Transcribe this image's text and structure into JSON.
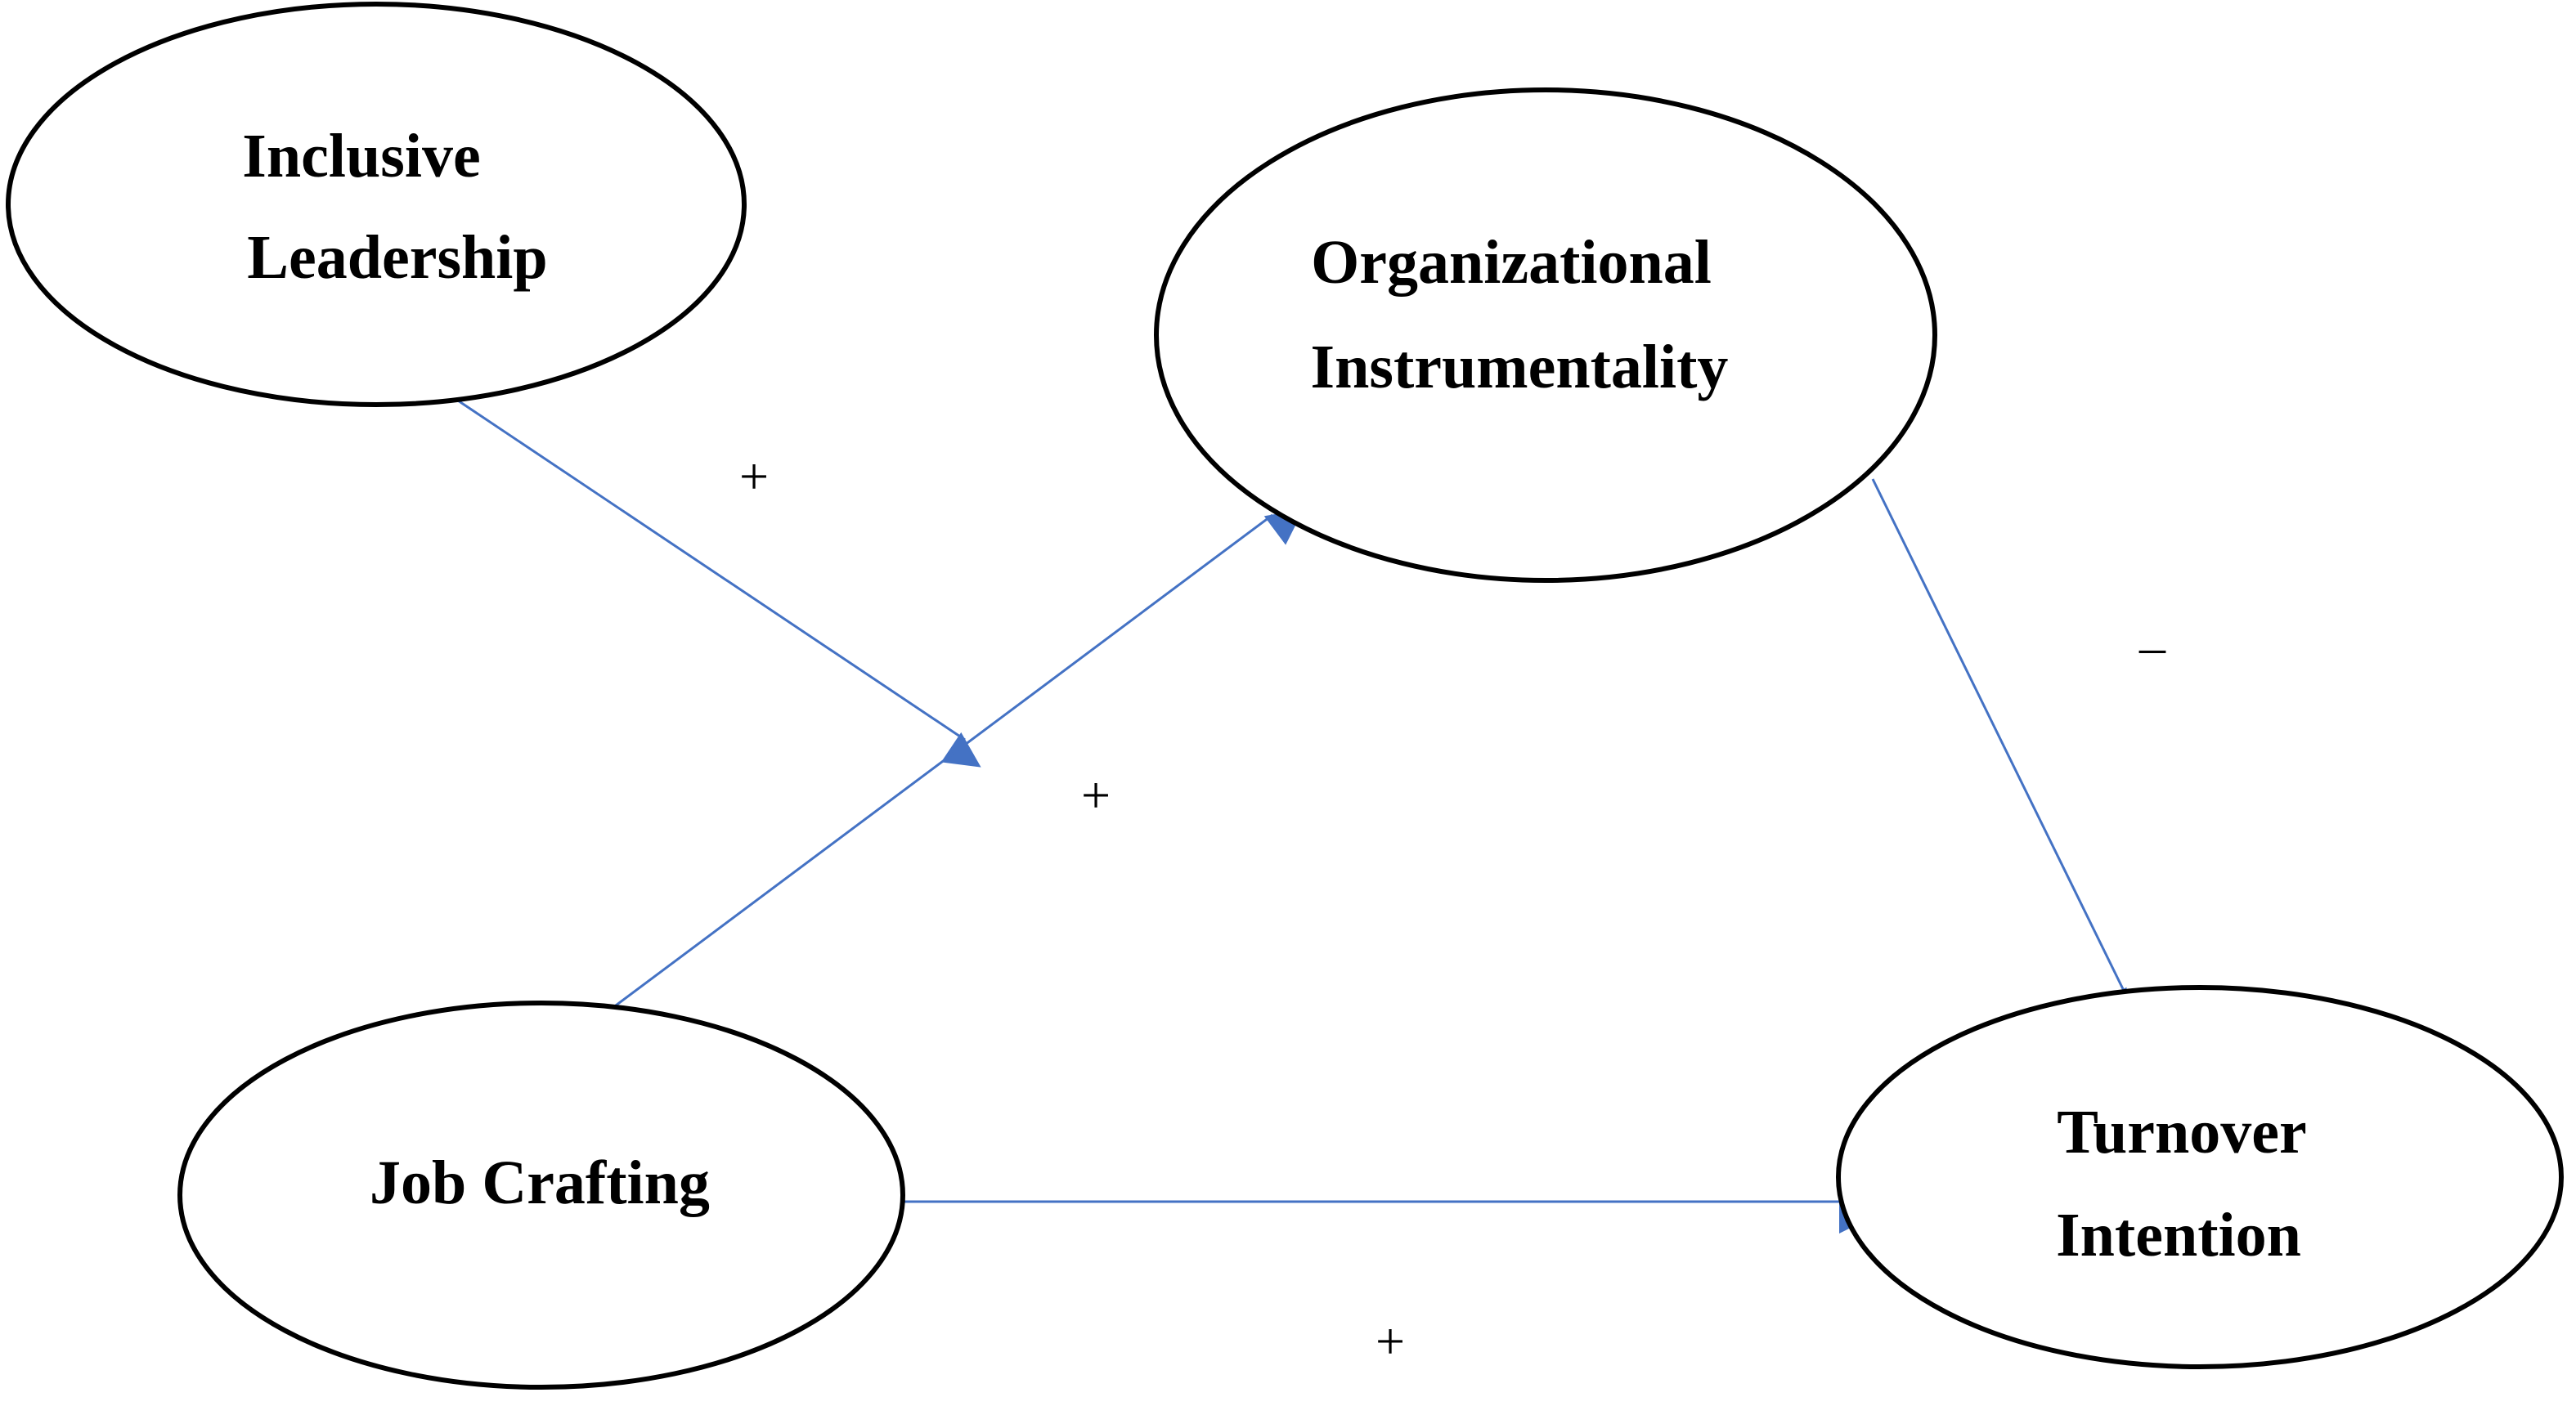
{
  "colors": {
    "edge": "#4472c4",
    "node_stroke": "#000000",
    "text": "#000000"
  },
  "nodes": {
    "inclusive_leadership": {
      "line1": "Inclusive",
      "line2": "Leadership"
    },
    "organizational_instrumentality": {
      "line1": "Organizational",
      "line2": "Instrumentality"
    },
    "job_crafting": {
      "line1": "Job Crafting"
    },
    "turnover_intention": {
      "line1": "Turnover",
      "line2": "Intention"
    }
  },
  "edges": {
    "leadership_moderation": {
      "sign": "+"
    },
    "crafting_to_instrumentality": {
      "sign": "+"
    },
    "instrumentality_to_turnover": {
      "sign": "–"
    },
    "crafting_to_turnover": {
      "sign": "+"
    }
  }
}
